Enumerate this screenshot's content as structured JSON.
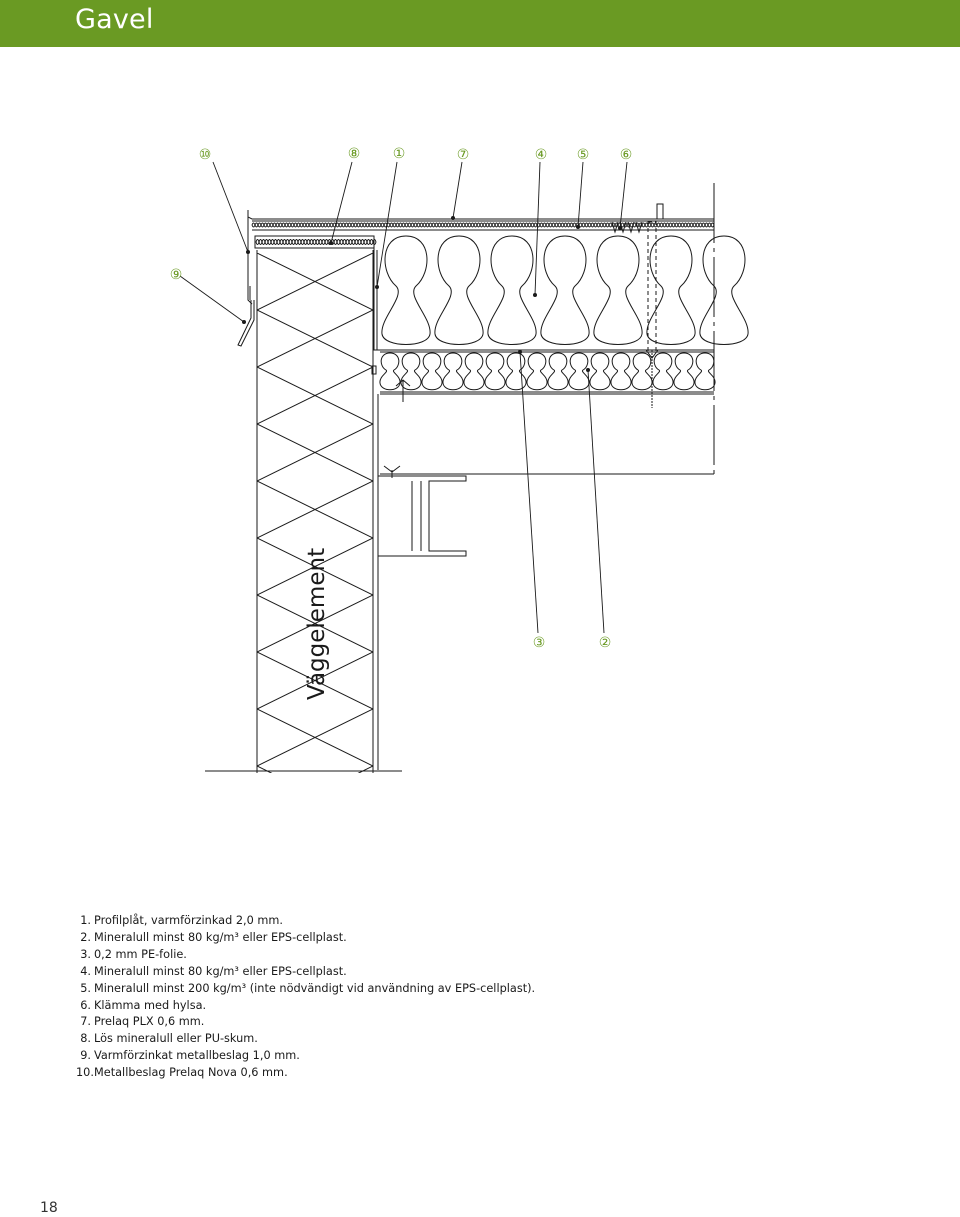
{
  "header": {
    "title": "Gavel",
    "color": "#6a9a23"
  },
  "drawing": {
    "wall_label": "Väggelement",
    "callouts": [
      {
        "n": "10",
        "label": "⑩"
      },
      {
        "n": "8",
        "label": "⑧"
      },
      {
        "n": "1",
        "label": "①"
      },
      {
        "n": "7",
        "label": "⑦"
      },
      {
        "n": "4",
        "label": "④"
      },
      {
        "n": "5",
        "label": "⑤"
      },
      {
        "n": "6",
        "label": "⑥"
      },
      {
        "n": "9",
        "label": "⑨"
      },
      {
        "n": "3",
        "label": "③"
      },
      {
        "n": "2",
        "label": "②"
      }
    ],
    "callout_color": "#6a9a23"
  },
  "legend": [
    {
      "num": "1.",
      "text": "Profilplåt, varmförzinkad 2,0 mm."
    },
    {
      "num": "2.",
      "text": "Mineralull minst 80 kg/m³ eller EPS-cellplast."
    },
    {
      "num": "3.",
      "text": "0,2 mm PE-folie."
    },
    {
      "num": "4.",
      "text": "Mineralull minst 80 kg/m³ eller EPS-cellplast."
    },
    {
      "num": "5.",
      "text": "Mineralull minst 200 kg/m³ (inte nödvändigt vid användning av EPS-cellplast)."
    },
    {
      "num": "6.",
      "text": "Klämma med hylsa."
    },
    {
      "num": "7.",
      "text": "Prelaq PLX 0,6 mm."
    },
    {
      "num": "8.",
      "text": "Lös mineralull eller PU-skum."
    },
    {
      "num": "9.",
      "text": "Varmförzinkat metallbeslag 1,0 mm."
    },
    {
      "num": "10.",
      "text": "Metallbeslag Prelaq Nova 0,6 mm."
    }
  ],
  "page_number": "18"
}
